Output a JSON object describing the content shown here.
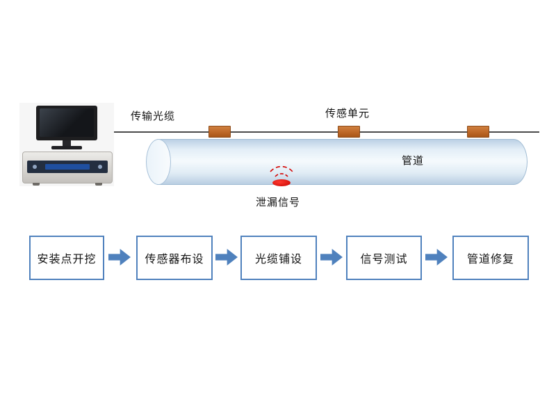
{
  "diagram": {
    "labels": {
      "transmission_cable": "传输光缆",
      "sensing_unit": "传感单元",
      "pipeline": "管道",
      "leak_signal": "泄漏信号"
    },
    "sensor_count": 3,
    "colors": {
      "sensor_fill": "#bb6526",
      "pipe_fill": "#e3eef7",
      "pipe_border": "#9fbbd3",
      "leak_red": "#d40300",
      "flow_blue": "#4f81bd",
      "cable_gray": "#4a4a4a"
    }
  },
  "flowchart": {
    "steps": [
      {
        "label": "安装点开挖"
      },
      {
        "label": "传感器布设"
      },
      {
        "label": "光缆铺设"
      },
      {
        "label": "信号测试"
      },
      {
        "label": "管道修复"
      }
    ]
  }
}
